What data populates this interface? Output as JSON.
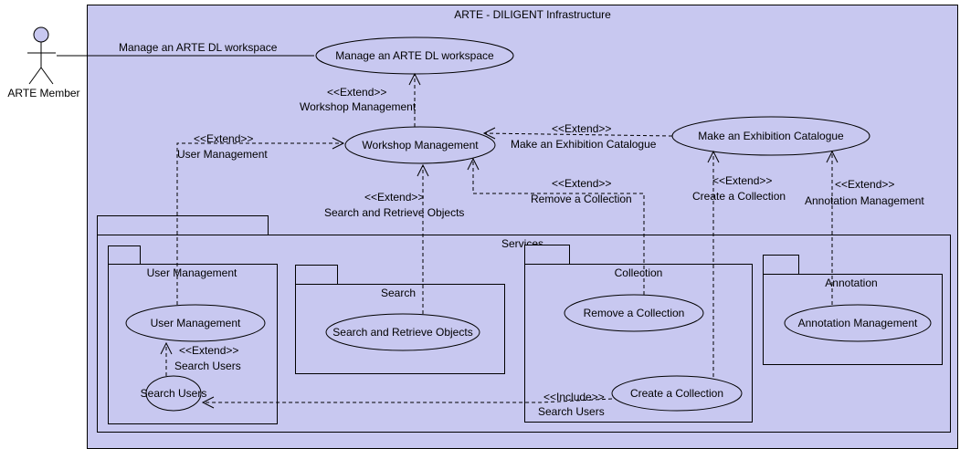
{
  "system": {
    "title": "ARTE - DILIGENT Infrastructure"
  },
  "actor": {
    "name": "ARTE Member"
  },
  "use_cases": {
    "manage_workspace": "Manage an ARTE DL workspace",
    "workshop_management": "Workshop Management",
    "make_catalogue": "Make an Exhibition Catalogue",
    "user_management": "User Management",
    "search_users": "Search Users",
    "search_retrieve": "Search and Retrieve Objects",
    "remove_collection": "Remove a Collection",
    "create_collection": "Create a Collection",
    "annotation_management": "Annotation Management"
  },
  "packages": {
    "services": "Services",
    "user_management": "User Management",
    "search": "Search",
    "collection": "Collection",
    "annotation": "Annotation"
  },
  "relations": {
    "association_label": "Manage an ARTE DL workspace",
    "extend_stereotype": "<<Extend>>",
    "include_stereotype": "<<Include>>",
    "extend_workshop_label": "Workshop Management",
    "extend_user_mgmt_label": "User Management",
    "extend_search_label": "Search and Retrieve Objects",
    "extend_catalogue_label": "Make an Exhibition Catalogue",
    "extend_remove_label": "Remove a Collection",
    "extend_create_label": "Create a Collection",
    "extend_annotation_label": "Annotation Management",
    "extend_search_users_label": "Search Users",
    "include_search_users_label": "Search Users"
  },
  "colors": {
    "fill": "#c8c8f0",
    "stroke": "#000000",
    "background": "#ffffff"
  }
}
